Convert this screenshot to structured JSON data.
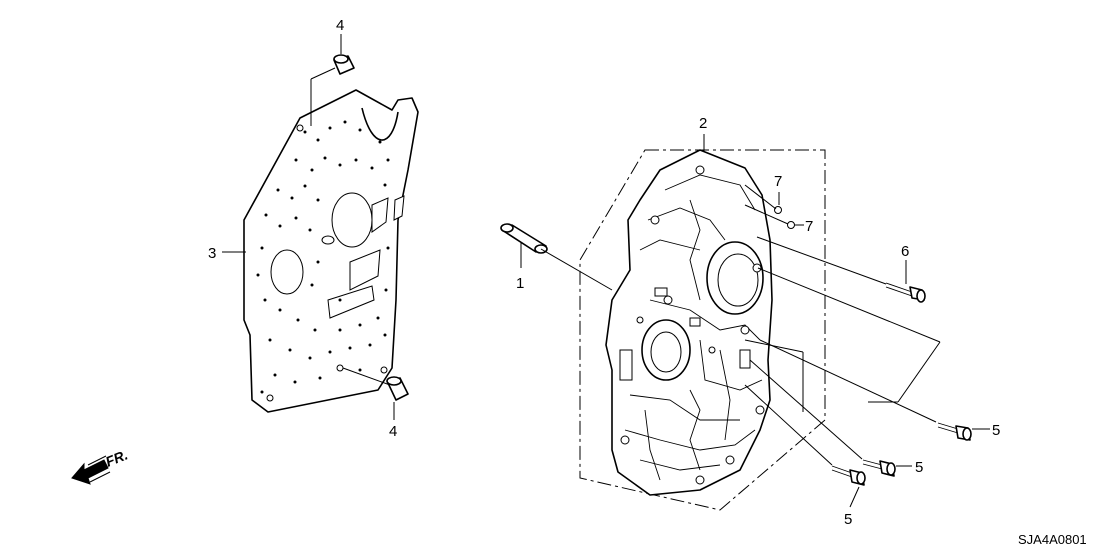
{
  "callouts": {
    "c1": "1",
    "c2": "2",
    "c3": "3",
    "c4_top": "4",
    "c4_bottom": "4",
    "c5_right": "5",
    "c5_middle": "5",
    "c5_bottom": "5",
    "c6": "6",
    "c7_top": "7",
    "c7_right": "7"
  },
  "direction_label": "FR.",
  "diagram_code": "SJA4A0801",
  "icons": {
    "direction": "front-direction-arrow-icon"
  }
}
